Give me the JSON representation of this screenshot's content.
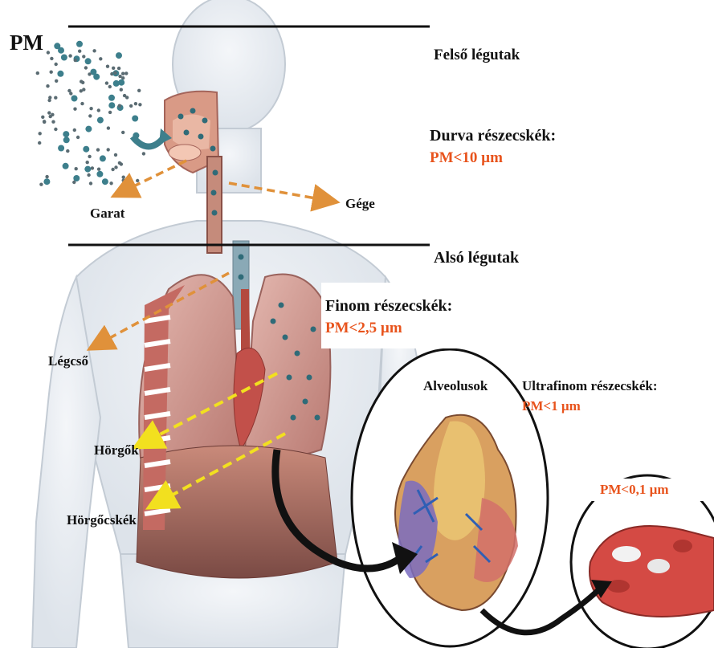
{
  "labels": {
    "pm": "PM",
    "upper_airways": "Felső légutak",
    "coarse_title": "Durva részecskék:",
    "coarse_size": "PM<10 µm",
    "pharynx": "Garat",
    "larynx": "Gége",
    "lower_airways": "Alsó légutak",
    "fine_title": "Finom részecskék:",
    "fine_size": "PM<2,5 µm",
    "trachea": "Légcső",
    "alveoli": "Alveolusok",
    "ultrafine_title": "Ultrafinom részecskék:",
    "ultrafine_size": "PM<1 µm",
    "bronchi": "Hörgők",
    "bronchioles": "Hörgőcskék",
    "nano_size": "PM<0,1 µm"
  },
  "colors": {
    "accent": "#e8531c",
    "dashed_orange": "#e0913a",
    "dashed_yellow": "#f2e01f",
    "particle": "#3d7f8c",
    "lung": "#cf9a94",
    "body_outline": "#b9c2cc"
  }
}
